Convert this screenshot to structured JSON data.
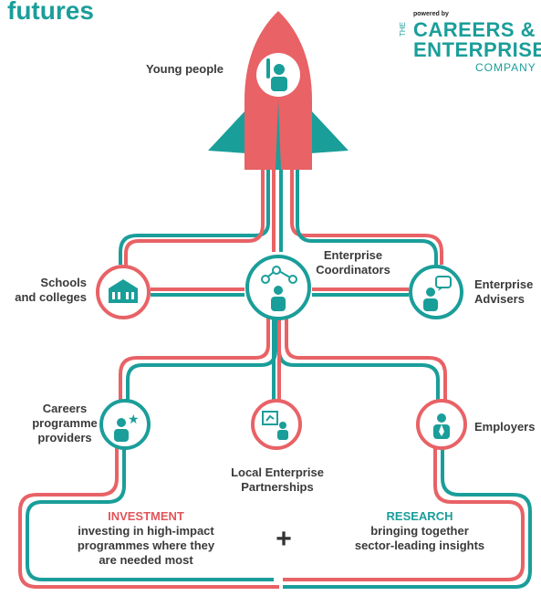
{
  "title": "futures",
  "logo": {
    "powered_by": "powered by",
    "the": "THE",
    "line1": "CAREERS &",
    "line2": "ENTERPRISE",
    "line3": "COMPANY"
  },
  "rocket_label": "Young people",
  "nodes": {
    "schools": [
      "Schools",
      "and colleges"
    ],
    "coordinators": [
      "Enterprise",
      "Coordinators"
    ],
    "advisers": [
      "Enterprise",
      "Advisers"
    ],
    "careers": [
      "Careers",
      "programme",
      "providers"
    ],
    "lep": [
      "Local Enterprise",
      "Partnerships"
    ],
    "employers": [
      "Employers"
    ]
  },
  "investment": {
    "heading": "INVESTMENT",
    "lines": [
      "investing in high-impact",
      "programmes where they",
      "are needed most"
    ]
  },
  "plus": "+",
  "research": {
    "heading": "RESEARCH",
    "lines": [
      "bringing together",
      "sector-leading insights"
    ]
  },
  "colors": {
    "red": "#e86266",
    "teal": "#1a9e9a",
    "text": "#3a3a3a"
  },
  "icons": [
    "raised-hand-person-icon",
    "school-building-icon",
    "network-person-icon",
    "speech-bubble-person-icon",
    "star-person-icon",
    "presentation-board-icon",
    "employee-tie-icon"
  ]
}
